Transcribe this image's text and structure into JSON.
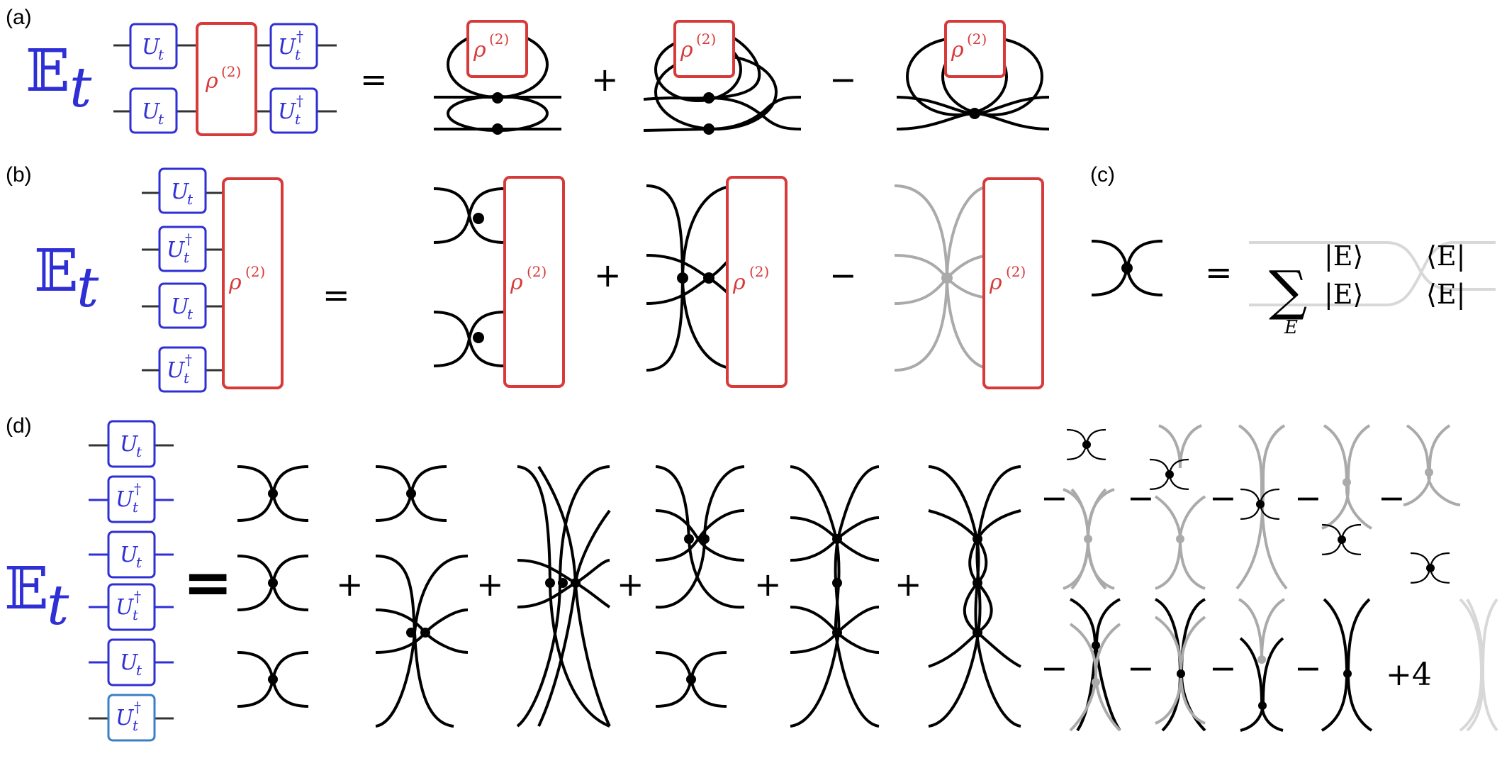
{
  "panels": {
    "a": "(a)",
    "b": "(b)",
    "c": "(c)",
    "d": "(d)"
  },
  "expectation": {
    "E": "𝔼",
    "t": "t"
  },
  "gates": {
    "U": "U",
    "sub": "t",
    "dagger": "†"
  },
  "density": {
    "rho": "ρ",
    "sup": "(2)"
  },
  "operators": {
    "equals": "=",
    "plus": "+",
    "minus": "−"
  },
  "panel_c": {
    "sum_sub": "E",
    "ket_top": "|E⟩",
    "ket_bottom": "|E⟩",
    "bra_top": "⟨E|",
    "bra_bottom": "⟨E|"
  },
  "panel_d": {
    "coefficient": "+4"
  },
  "colors": {
    "gate": "#2f2fd6",
    "density": "#d83a3a",
    "active_contraction": "#000000",
    "faded_contraction": "#aaaaaa",
    "light_contraction": "#d8d8d8"
  }
}
